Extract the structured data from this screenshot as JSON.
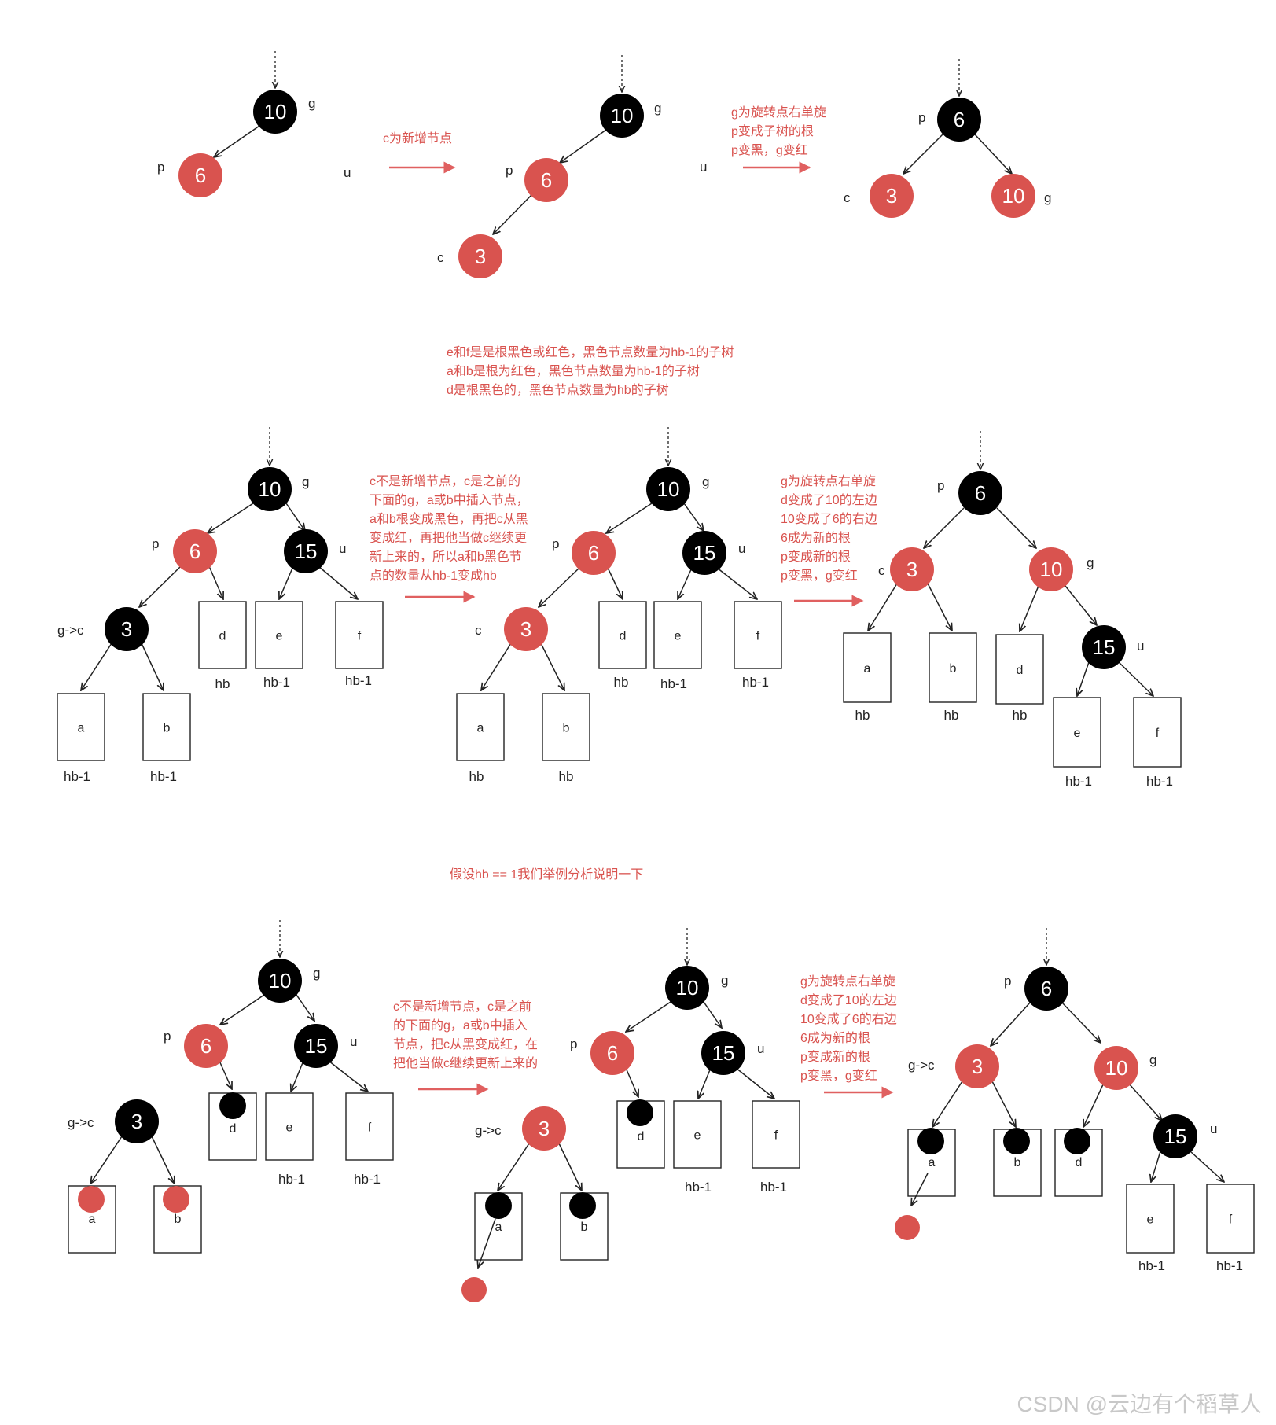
{
  "colors": {
    "red": "#d9534f",
    "black": "#000000",
    "arrow": "#e06060"
  },
  "notes": {
    "n1": "c为新增节点",
    "n2": [
      "g为旋转点右单旋",
      "p变成子树的根",
      "p变黑，g变红"
    ],
    "n3": [
      "e和f是是根黑色或红色，黑色节点数量为hb-1的子树",
      "a和b是根为红色，黑色节点数量为hb-1的子树",
      "d是根黑色的，黑色节点数量为hb的子树"
    ],
    "n4": [
      "c不是新增节点，c是之前的",
      "下面的g，a或b中插入节点，",
      "a和b根变成黑色，再把c从黑",
      "变成红，再把他当做c继续更",
      "新上来的，所以a和b黑色节",
      "点的数量从hb-1变成hb"
    ],
    "n5": [
      "g为旋转点右单旋",
      "d变成了10的左边",
      "10变成了6的右边",
      "6成为新的根",
      "p变成新的根",
      "p变黑，g变红"
    ],
    "n6": "假设hb == 1我们举例分析说明一下",
    "n7": [
      "c不是新增节点，c是之前",
      "的下面的g，a或b中插入",
      "节点，把c从黑变成红，在",
      "把他当做c继续更新上来的"
    ],
    "n8": [
      "g为旋转点右单旋",
      "d变成了10的左边",
      "10变成了6的右边",
      "6成为新的根",
      "p变成新的根",
      "p变黑，g变红"
    ]
  },
  "labels": {
    "g": "g",
    "p": "p",
    "u": "u",
    "c": "c",
    "gc": "g->c",
    "hb": "hb",
    "hb1": "hb-1"
  },
  "nodes": {
    "v10": "10",
    "v6": "6",
    "v3": "3",
    "v15": "15"
  },
  "boxes": {
    "a": "a",
    "b": "b",
    "d": "d",
    "e": "e",
    "f": "f"
  },
  "watermark": "CSDN @云边有个稻草人"
}
